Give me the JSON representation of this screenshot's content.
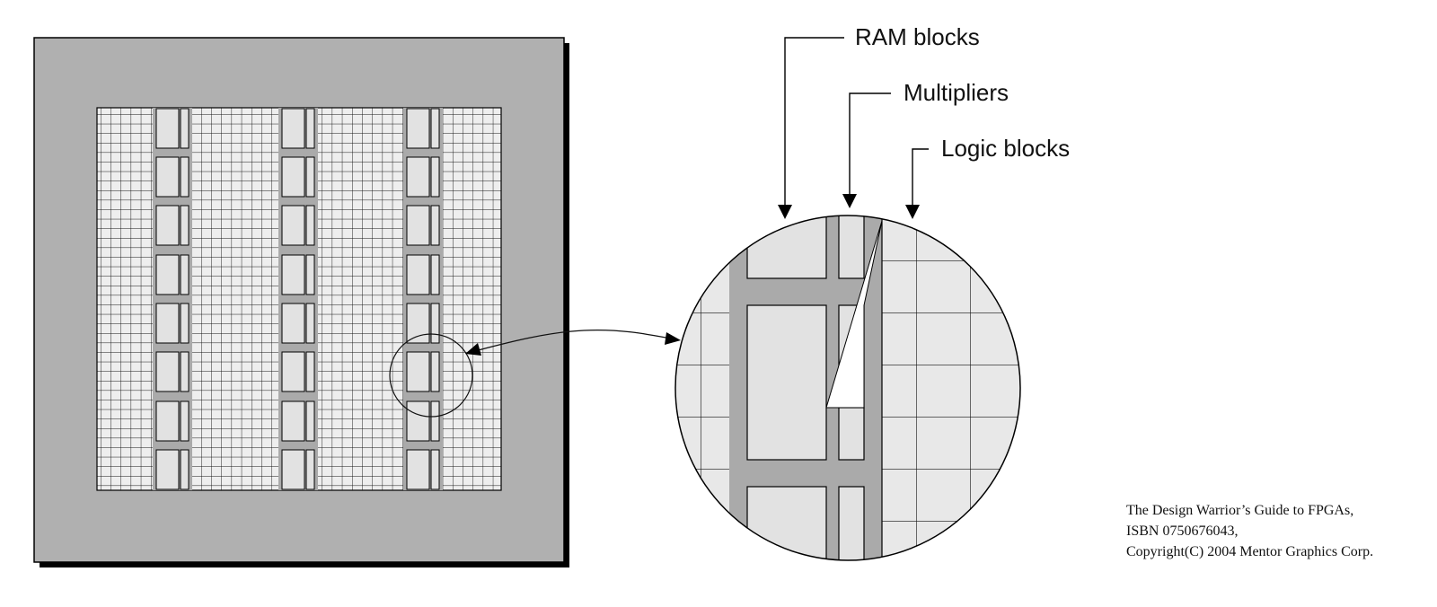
{
  "labels": {
    "ram": "RAM blocks",
    "multipliers": "Multipliers",
    "logic": "Logic blocks"
  },
  "credit": {
    "line1": "The Design Warrior’s Guide to FPGAs,",
    "line2": "ISBN 0750676043,",
    "line3": "Copyright(C) 2004 Mentor Graphics Corp."
  },
  "colors": {
    "die": "#b0b0b0",
    "shadow": "#000000",
    "logic_fill": "#eeeeee",
    "ram_fill": "#e2e2e2",
    "routing": "#aaaaaa",
    "line": "#000000"
  }
}
